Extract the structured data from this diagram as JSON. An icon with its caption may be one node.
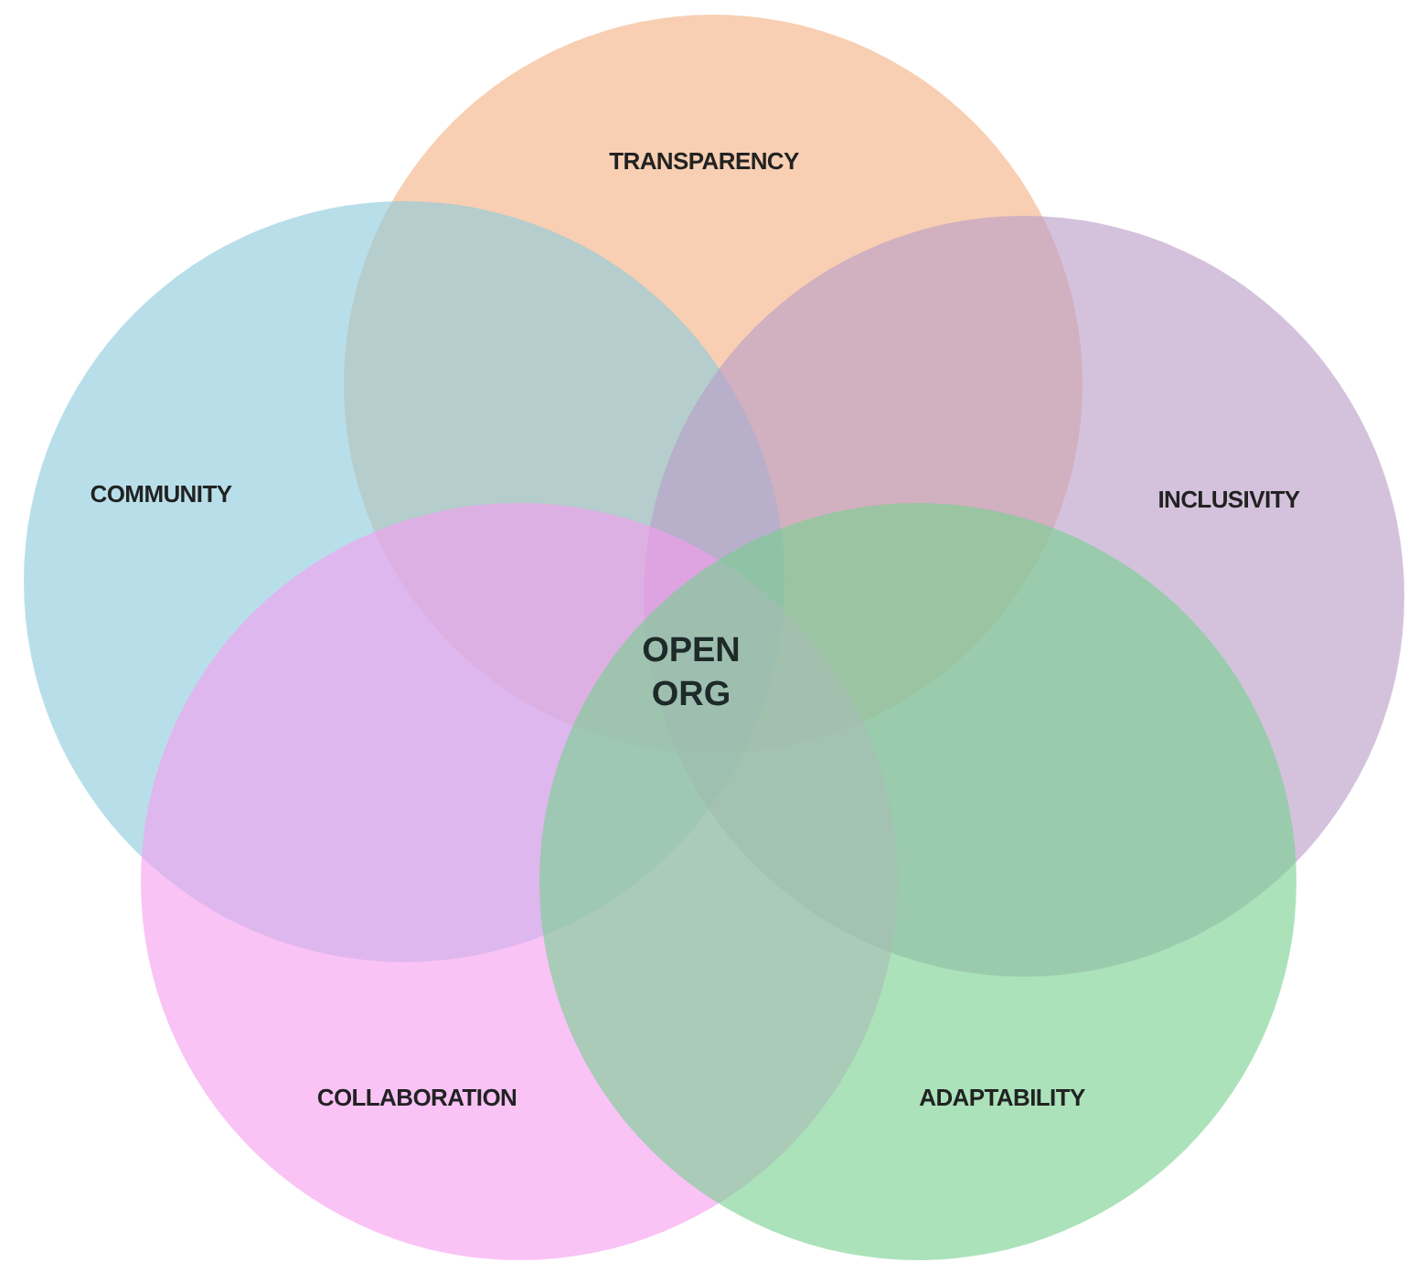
{
  "diagram": {
    "nodes": [
      {
        "text": [
          "TRANSPARENCY"
        ]
      },
      {
        "text": [
          "COMMUNITY"
        ]
      },
      {
        "text": [
          "INCLUSIVITY"
        ]
      },
      {
        "text": [
          "COLLABORATION"
        ]
      },
      {
        "text": [
          "ADAPTABILITY"
        ]
      }
    ],
    "labels": [
      "OPEN ORG"
    ]
  }
}
